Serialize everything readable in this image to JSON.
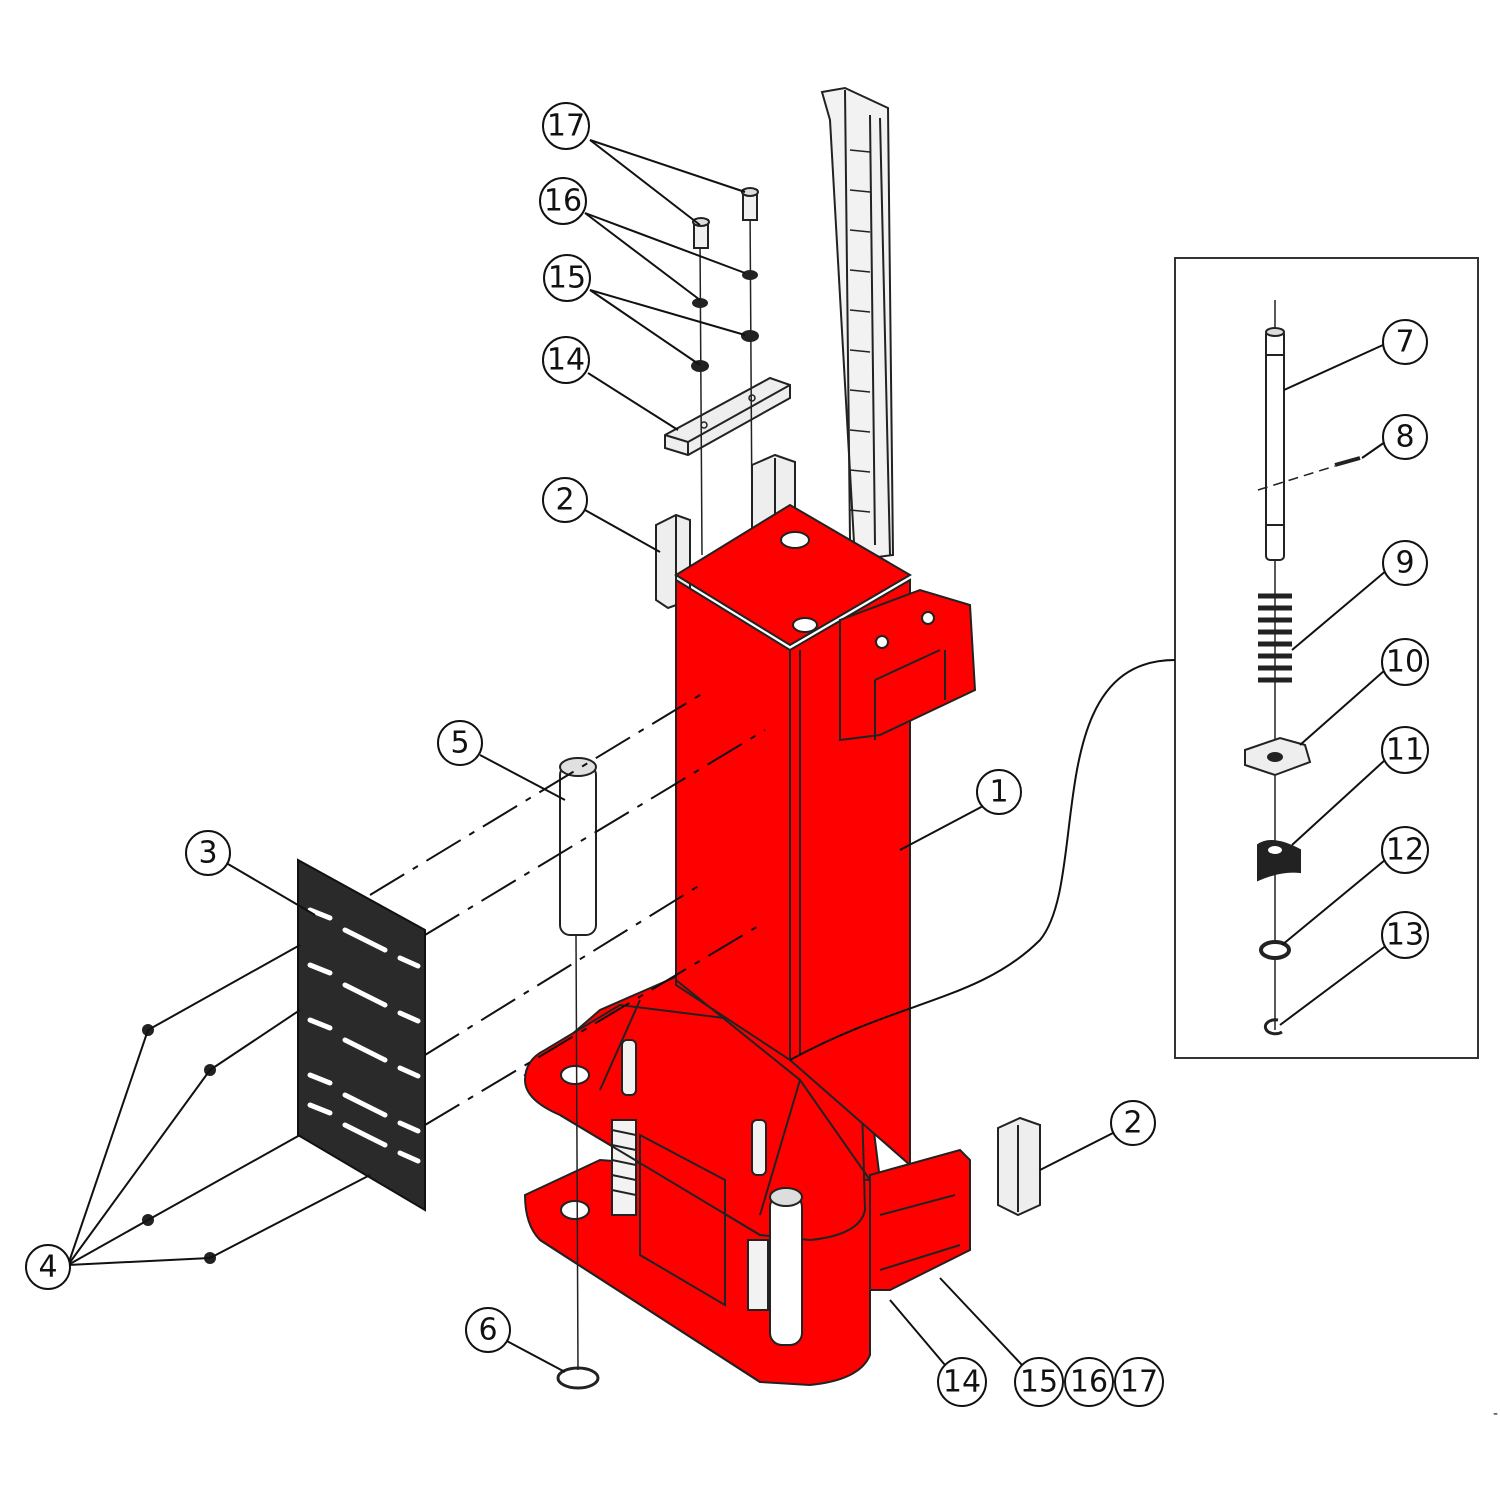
{
  "diagram": {
    "colors": {
      "body_red": "#ff0000",
      "outline": "#111111",
      "part_grey": "#e8e8e8",
      "grate_dark": "#2a2a2a"
    },
    "balloons": {
      "b17_top": "17",
      "b16_top": "16",
      "b15_top": "15",
      "b14_top": "14",
      "b2_left": "2",
      "b5": "5",
      "b3": "3",
      "b4": "4",
      "b6": "6",
      "b1": "1",
      "b2_right": "2",
      "b14_bottom": "14",
      "b15_bottom": "15",
      "b16_bottom": "16",
      "b17_bottom": "17",
      "b7": "7",
      "b8": "8",
      "b9": "9",
      "b10": "10",
      "b11": "11",
      "b12": "12",
      "b13": "13"
    },
    "corner_mark": "-"
  }
}
